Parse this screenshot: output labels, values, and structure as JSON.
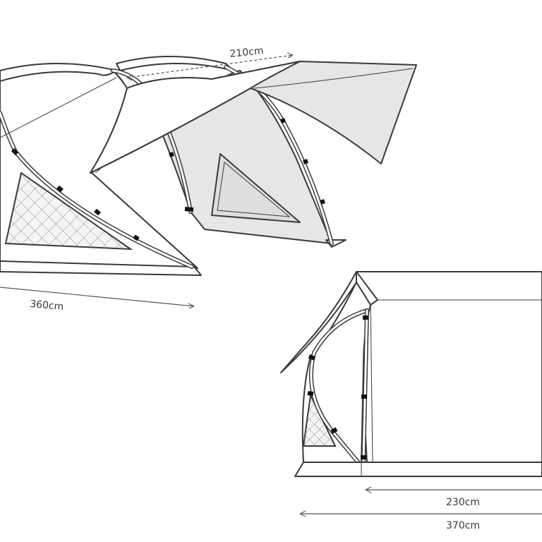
{
  "dimensions": {
    "top_width": "210cm",
    "side_length": "360cm",
    "inner_length": "230cm",
    "total_length": "370cm"
  }
}
